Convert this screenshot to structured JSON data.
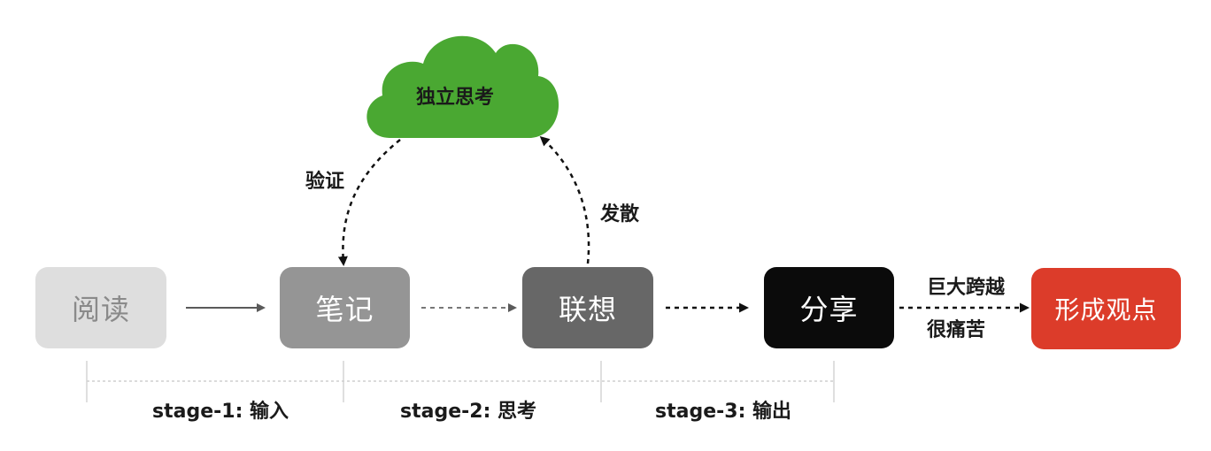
{
  "cloud": {
    "label": "独立思考",
    "color": "#4aa832"
  },
  "boxes": {
    "read": "阅读",
    "note": "笔记",
    "associate": "联想",
    "share": "分享",
    "view": "形成观点"
  },
  "arrows": {
    "verify": "验证",
    "diverge": "发散",
    "leap": "巨大跨越",
    "painful": "很痛苦"
  },
  "stages": [
    "stage-1: 输入",
    "stage-2: 思考",
    "stage-3: 输出"
  ]
}
